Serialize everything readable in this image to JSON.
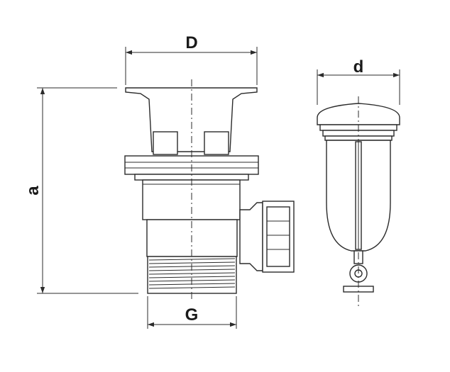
{
  "dimensions": {
    "D": "D",
    "d": "d",
    "a": "a",
    "G": "G"
  },
  "colors": {
    "line": "#2b2b2b",
    "background": "#ffffff"
  }
}
